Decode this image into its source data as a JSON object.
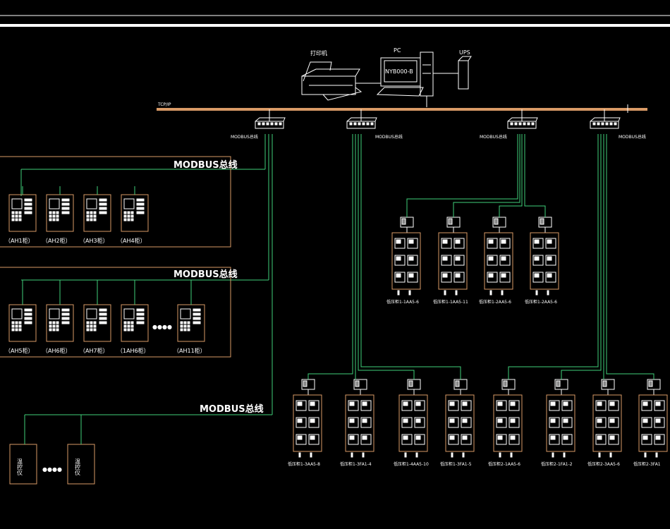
{
  "colors": {
    "background": "#000000",
    "frame": "#d99a66",
    "bus_line": "#3fd07a",
    "trunk": "#d99a66",
    "device": "#ffffff"
  },
  "header": {
    "printer_label": "打印机",
    "pc_label": "PC",
    "ups_label": "UPS",
    "monitor_text": "NYB000-B",
    "network_label": "TCP/IP"
  },
  "switches": {
    "labels": [
      "MODBUS总线",
      "MODBUS总线",
      "MODBUS总线",
      "MODBUS总线"
    ]
  },
  "panels": {
    "top": {
      "bus_label": "MODBUS总线",
      "meters": [
        "（AH1柜）",
        "（AH2柜）",
        "（AH3柜）",
        "（AH4柜）"
      ]
    },
    "middle": {
      "bus_label": "MODBUS总线",
      "meters": [
        "（AH5柜）",
        "（AH6柜）",
        "（AH7柜）",
        "（1AH6柜）",
        "（AH11柜）"
      ],
      "ellipsis": "●●●●"
    },
    "bottom": {
      "bus_label": "MODBUS总线",
      "controllers": [
        "温控仪",
        "温控仪"
      ],
      "ellipsis": "●●●●"
    }
  },
  "cabinets": {
    "upper_row": [
      "低压柜1-1AA5-6",
      "低压柜1-1AA5-11",
      "低压柜1-2AA5-6",
      "低压柜1-2AA5-6"
    ],
    "lower_row": [
      "低压柜1-3AA5-8",
      "低压柜1-3FA1-4",
      "低压柜1-4AA5-10",
      "低压柜1-3FA1-5",
      "低压柜2-1AA5-6",
      "低压柜2-1FA1-2",
      "低压柜2-3AA5-6",
      "低压柜2-3FA1"
    ]
  }
}
